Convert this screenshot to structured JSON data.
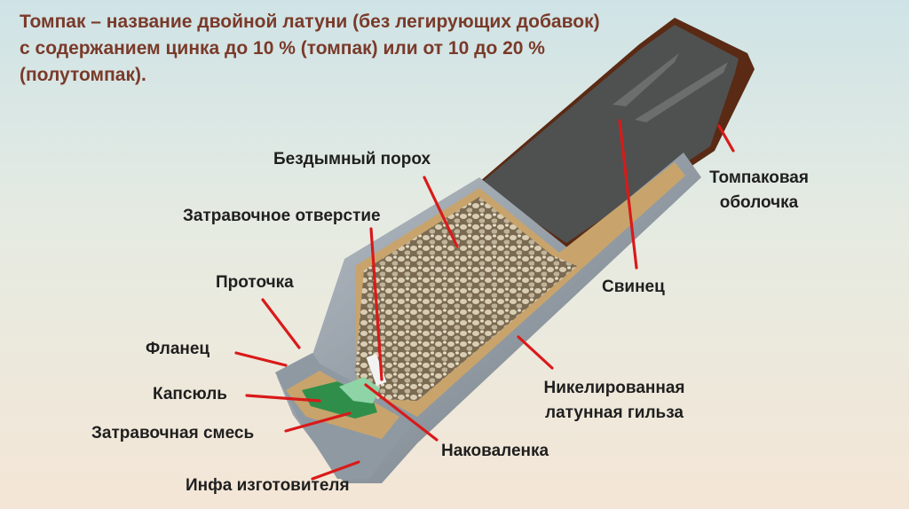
{
  "slide": {
    "title_lines": [
      "Томпак – название двойной латуни (без легирующих добавок)",
      "с содержанием цинка до 10 % (томпак) или от 10 до 20 %",
      "(полутомпак)."
    ]
  },
  "labels": {
    "powder": "Бездымный порох",
    "flash_hole": "Затравочное отверстие",
    "groove": "Проточка",
    "rim": "Фланец",
    "primer": "Капсюль",
    "priming_mix": "Затравочная смесь",
    "maker_info": "Инфа изготовителя",
    "anvil": "Наковаленка",
    "lead": "Свинец",
    "jacket_line1": "Томпаковая",
    "jacket_line2": "оболочка",
    "case_line1": "Никелированная",
    "case_line2": "латунная гильза"
  },
  "colors": {
    "title": "#7a3a2a",
    "leader": "#d91a1a",
    "case_metal": "#9aa3ac",
    "brass": "#c8a46c",
    "jacket": "#5a2a14",
    "lead_core": "#4f5150",
    "primer_green": "#2f8f4a"
  }
}
